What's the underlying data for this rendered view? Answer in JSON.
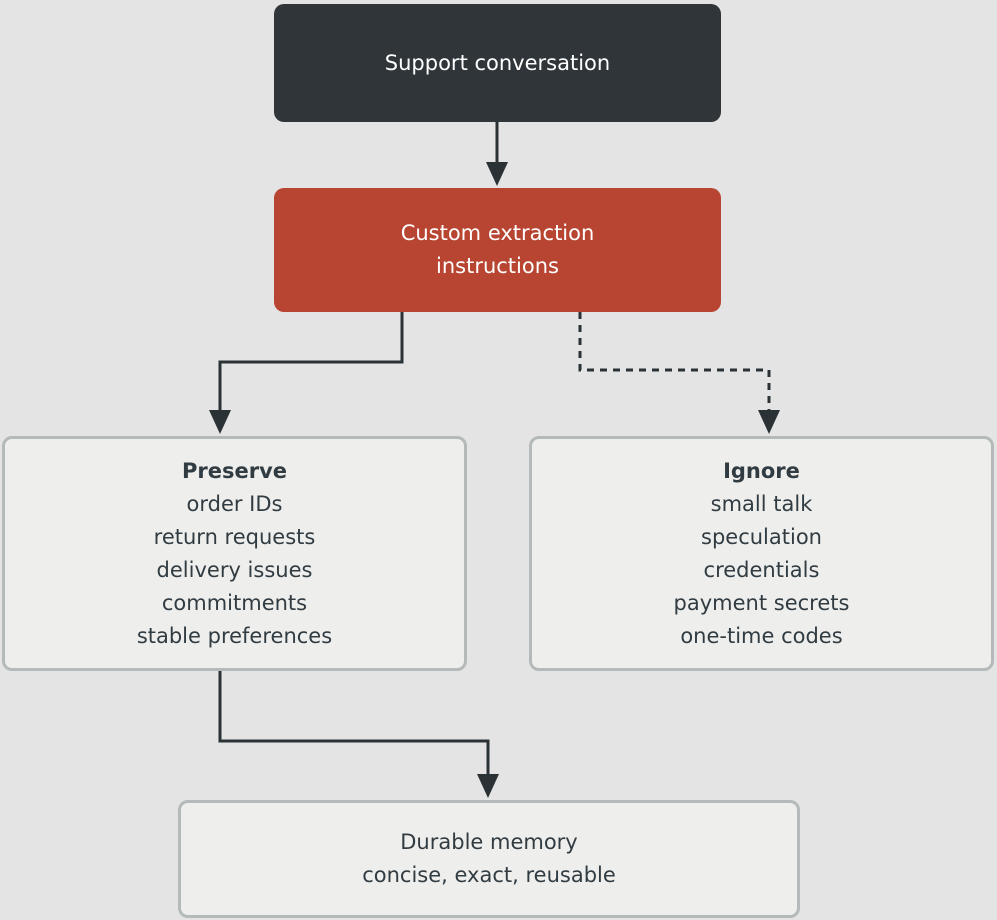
{
  "nodes": {
    "source": {
      "label": "Support conversation"
    },
    "extraction": {
      "lines": [
        "Custom extraction",
        "instructions"
      ]
    },
    "preserve": {
      "title": "Preserve",
      "items": [
        "order IDs",
        "return requests",
        "delivery issues",
        "commitments",
        "stable preferences"
      ]
    },
    "ignore": {
      "title": "Ignore",
      "items": [
        "small talk",
        "speculation",
        "credentials",
        "payment secrets",
        "one-time codes"
      ]
    },
    "memory": {
      "lines": [
        "Durable memory",
        "concise, exact, reusable"
      ]
    }
  },
  "edges": [
    {
      "from": "source",
      "to": "extraction",
      "style": "solid"
    },
    {
      "from": "extraction",
      "to": "preserve",
      "style": "solid"
    },
    {
      "from": "extraction",
      "to": "ignore",
      "style": "dashed"
    },
    {
      "from": "preserve",
      "to": "memory",
      "style": "solid"
    }
  ],
  "colors": {
    "background": "#e4e4e4",
    "source_fill": "#2f3539",
    "extraction_fill": "#b84531",
    "card_fill": "#eeeeec",
    "card_border": "#b4bab9",
    "text_dark": "#313c42",
    "connector": "#2b3236"
  }
}
